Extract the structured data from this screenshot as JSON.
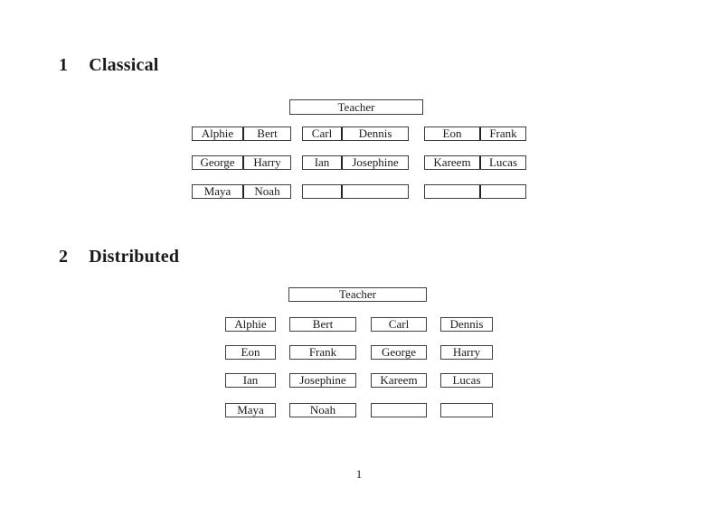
{
  "document": {
    "page_number": "1",
    "sections": [
      {
        "number": "1",
        "title": "Classical",
        "teacher_label": "Teacher",
        "desk_rows": [
          [
            {
              "left": "Alphie",
              "right": "Bert"
            },
            {
              "left": "Carl",
              "right": "Dennis"
            },
            {
              "left": "Eon",
              "right": "Frank"
            }
          ],
          [
            {
              "left": "George",
              "right": "Harry"
            },
            {
              "left": "Ian",
              "right": "Josephine"
            },
            {
              "left": "Kareem",
              "right": "Lucas"
            }
          ],
          [
            {
              "left": "Maya",
              "right": "Noah"
            },
            {
              "left": "",
              "right": ""
            },
            {
              "left": "",
              "right": ""
            }
          ]
        ]
      },
      {
        "number": "2",
        "title": "Distributed",
        "teacher_label": "Teacher",
        "seat_rows": [
          [
            "Alphie",
            "Bert",
            "Carl",
            "Dennis"
          ],
          [
            "Eon",
            "Frank",
            "George",
            "Harry"
          ],
          [
            "Ian",
            "Josephine",
            "Kareem",
            "Lucas"
          ],
          [
            "Maya",
            "Noah",
            "",
            ""
          ]
        ]
      }
    ]
  },
  "colors": {
    "background": "#ffffff",
    "text": "#1a1a1a",
    "box_border": "#3f3f3f",
    "desk_divider": "#242424"
  }
}
